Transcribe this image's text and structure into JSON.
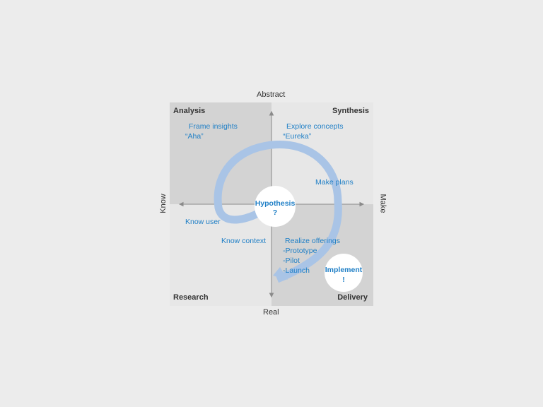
{
  "axes": {
    "top": "Abstract",
    "bottom": "Real",
    "left": "Know",
    "right": "Make"
  },
  "quadrants": {
    "top_left": "Analysis",
    "top_right": "Synthesis",
    "bottom_left": "Research",
    "bottom_right": "Delivery"
  },
  "steps": {
    "frame_insights": [
      "Frame insights",
      "“Aha”"
    ],
    "explore_concepts": [
      "Explore concepts",
      "“Eureka”"
    ],
    "make_plans": "Make plans",
    "know_user": "Know user",
    "know_context": "Know context",
    "realize_offerings": [
      "Realize offerings",
      "-Prototype",
      "-Pilot",
      "-Launch"
    ]
  },
  "circles": {
    "hypothesis": [
      "Hypothesis",
      "?"
    ],
    "implement": [
      "Implement",
      "!"
    ]
  },
  "colors": {
    "background": "#ececec",
    "quadrant_dark": "#d3d3d3",
    "quadrant_light": "#e7e7e7",
    "spiral": "#a9c4e6",
    "text_blue": "#1f7fc6",
    "heading": "#333333"
  }
}
